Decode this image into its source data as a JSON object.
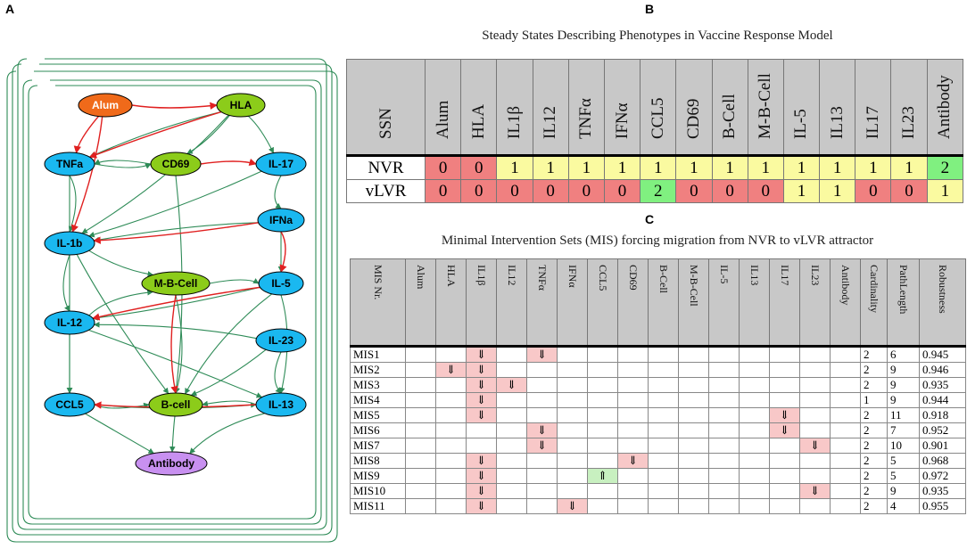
{
  "panels": {
    "a": "A",
    "b": "B",
    "c": "C"
  },
  "network": {
    "nodes": [
      {
        "id": "alum",
        "label": "Alum",
        "color": "#f06a1a"
      },
      {
        "id": "hla",
        "label": "HLA",
        "color": "#8ccc1a"
      },
      {
        "id": "tnfa",
        "label": "TNFa",
        "color": "#1ab8f0"
      },
      {
        "id": "cd69",
        "label": "CD69",
        "color": "#8ccc1a"
      },
      {
        "id": "il17",
        "label": "IL-17",
        "color": "#1ab8f0"
      },
      {
        "id": "ifna",
        "label": "IFNa",
        "color": "#1ab8f0"
      },
      {
        "id": "il1b",
        "label": "IL-1b",
        "color": "#1ab8f0"
      },
      {
        "id": "mbcell",
        "label": "M-B-Cell",
        "color": "#8ccc1a"
      },
      {
        "id": "il5",
        "label": "IL-5",
        "color": "#1ab8f0"
      },
      {
        "id": "il12",
        "label": "IL-12",
        "color": "#1ab8f0"
      },
      {
        "id": "il23",
        "label": "IL-23",
        "color": "#1ab8f0"
      },
      {
        "id": "ccl5",
        "label": "CCL5",
        "color": "#1ab8f0"
      },
      {
        "id": "bcell",
        "label": "B-cell",
        "color": "#8ccc1a"
      },
      {
        "id": "il13",
        "label": "IL-13",
        "color": "#1ab8f0"
      },
      {
        "id": "antibody",
        "label": "Antibody",
        "color": "#c890f0"
      }
    ],
    "edge_colors": {
      "activation": "#2e8b57",
      "inhibition": "#e02020"
    }
  },
  "table_b": {
    "title": "Steady States Describing Phenotypes in Vaccine Response Model",
    "row_header": "SSN",
    "columns": [
      "Alum",
      "HLA",
      "IL1β",
      "IL12",
      "TNFα",
      "IFNα",
      "CCL5",
      "CD69",
      "B-Cell",
      "M-B-Cell",
      "IL-5",
      "IL13",
      "IL17",
      "IL23",
      "Antibody"
    ],
    "rows": [
      {
        "name": "NVR",
        "values": [
          "0",
          "0",
          "1",
          "1",
          "1",
          "1",
          "1",
          "1",
          "1",
          "1",
          "1",
          "1",
          "1",
          "1",
          "2"
        ]
      },
      {
        "name": "vLVR",
        "values": [
          "0",
          "0",
          "0",
          "0",
          "0",
          "0",
          "2",
          "0",
          "0",
          "0",
          "1",
          "1",
          "0",
          "0",
          "1"
        ]
      }
    ]
  },
  "table_c": {
    "title": "Minimal Intervention Sets (MIS) forcing migration from NVR to vLVR attractor",
    "row_header": "MIS Nr.",
    "columns": [
      "Alum",
      "HLA",
      "IL1β",
      "IL12",
      "TNFα",
      "IFNα",
      "CCL5",
      "CD69",
      "B-Cell",
      "M-B-Cell",
      "IL-5",
      "IL13",
      "IL17",
      "IL23",
      "Antibody"
    ],
    "extra_columns": [
      "Cardinality",
      "PathLength",
      "Robustness"
    ],
    "rows": [
      {
        "name": "MIS1",
        "cells": [
          "",
          "",
          "⇓",
          "",
          "⇓",
          "",
          "",
          "",
          "",
          "",
          "",
          "",
          "",
          "",
          ""
        ],
        "cardinality": "2",
        "pathlength": "6",
        "robustness": "0.945"
      },
      {
        "name": "MIS2",
        "cells": [
          "",
          "⇓",
          "⇓",
          "",
          "",
          "",
          "",
          "",
          "",
          "",
          "",
          "",
          "",
          "",
          ""
        ],
        "cardinality": "2",
        "pathlength": "9",
        "robustness": "0.946"
      },
      {
        "name": "MIS3",
        "cells": [
          "",
          "",
          "⇓",
          "⇓",
          "",
          "",
          "",
          "",
          "",
          "",
          "",
          "",
          "",
          "",
          ""
        ],
        "cardinality": "2",
        "pathlength": "9",
        "robustness": "0.935"
      },
      {
        "name": "MIS4",
        "cells": [
          "",
          "",
          "⇓",
          "",
          "",
          "",
          "",
          "",
          "",
          "",
          "",
          "",
          "",
          "",
          ""
        ],
        "cardinality": "1",
        "pathlength": "9",
        "robustness": "0.944"
      },
      {
        "name": "MIS5",
        "cells": [
          "",
          "",
          "⇓",
          "",
          "",
          "",
          "",
          "",
          "",
          "",
          "",
          "",
          "⇓",
          "",
          ""
        ],
        "cardinality": "2",
        "pathlength": "11",
        "robustness": "0.918"
      },
      {
        "name": "MIS6",
        "cells": [
          "",
          "",
          "",
          "",
          "⇓",
          "",
          "",
          "",
          "",
          "",
          "",
          "",
          "⇓",
          "",
          ""
        ],
        "cardinality": "2",
        "pathlength": "7",
        "robustness": "0.952"
      },
      {
        "name": "MIS7",
        "cells": [
          "",
          "",
          "",
          "",
          "⇓",
          "",
          "",
          "",
          "",
          "",
          "",
          "",
          "",
          "⇓",
          ""
        ],
        "cardinality": "2",
        "pathlength": "10",
        "robustness": "0.901"
      },
      {
        "name": "MIS8",
        "cells": [
          "",
          "",
          "⇓",
          "",
          "",
          "",
          "",
          "⇓",
          "",
          "",
          "",
          "",
          "",
          "",
          ""
        ],
        "cardinality": "2",
        "pathlength": "5",
        "robustness": "0.968"
      },
      {
        "name": "MIS9",
        "cells": [
          "",
          "",
          "⇓",
          "",
          "",
          "",
          "⇑",
          "",
          "",
          "",
          "",
          "",
          "",
          "",
          ""
        ],
        "cardinality": "2",
        "pathlength": "5",
        "robustness": "0.972"
      },
      {
        "name": "MIS10",
        "cells": [
          "",
          "",
          "⇓",
          "",
          "",
          "",
          "",
          "",
          "",
          "",
          "",
          "",
          "",
          "⇓",
          ""
        ],
        "cardinality": "2",
        "pathlength": "9",
        "robustness": "0.935"
      },
      {
        "name": "MIS11",
        "cells": [
          "",
          "",
          "⇓",
          "",
          "",
          "⇓",
          "",
          "",
          "",
          "",
          "",
          "",
          "",
          "",
          ""
        ],
        "cardinality": "2",
        "pathlength": "4",
        "robustness": "0.955"
      }
    ]
  }
}
